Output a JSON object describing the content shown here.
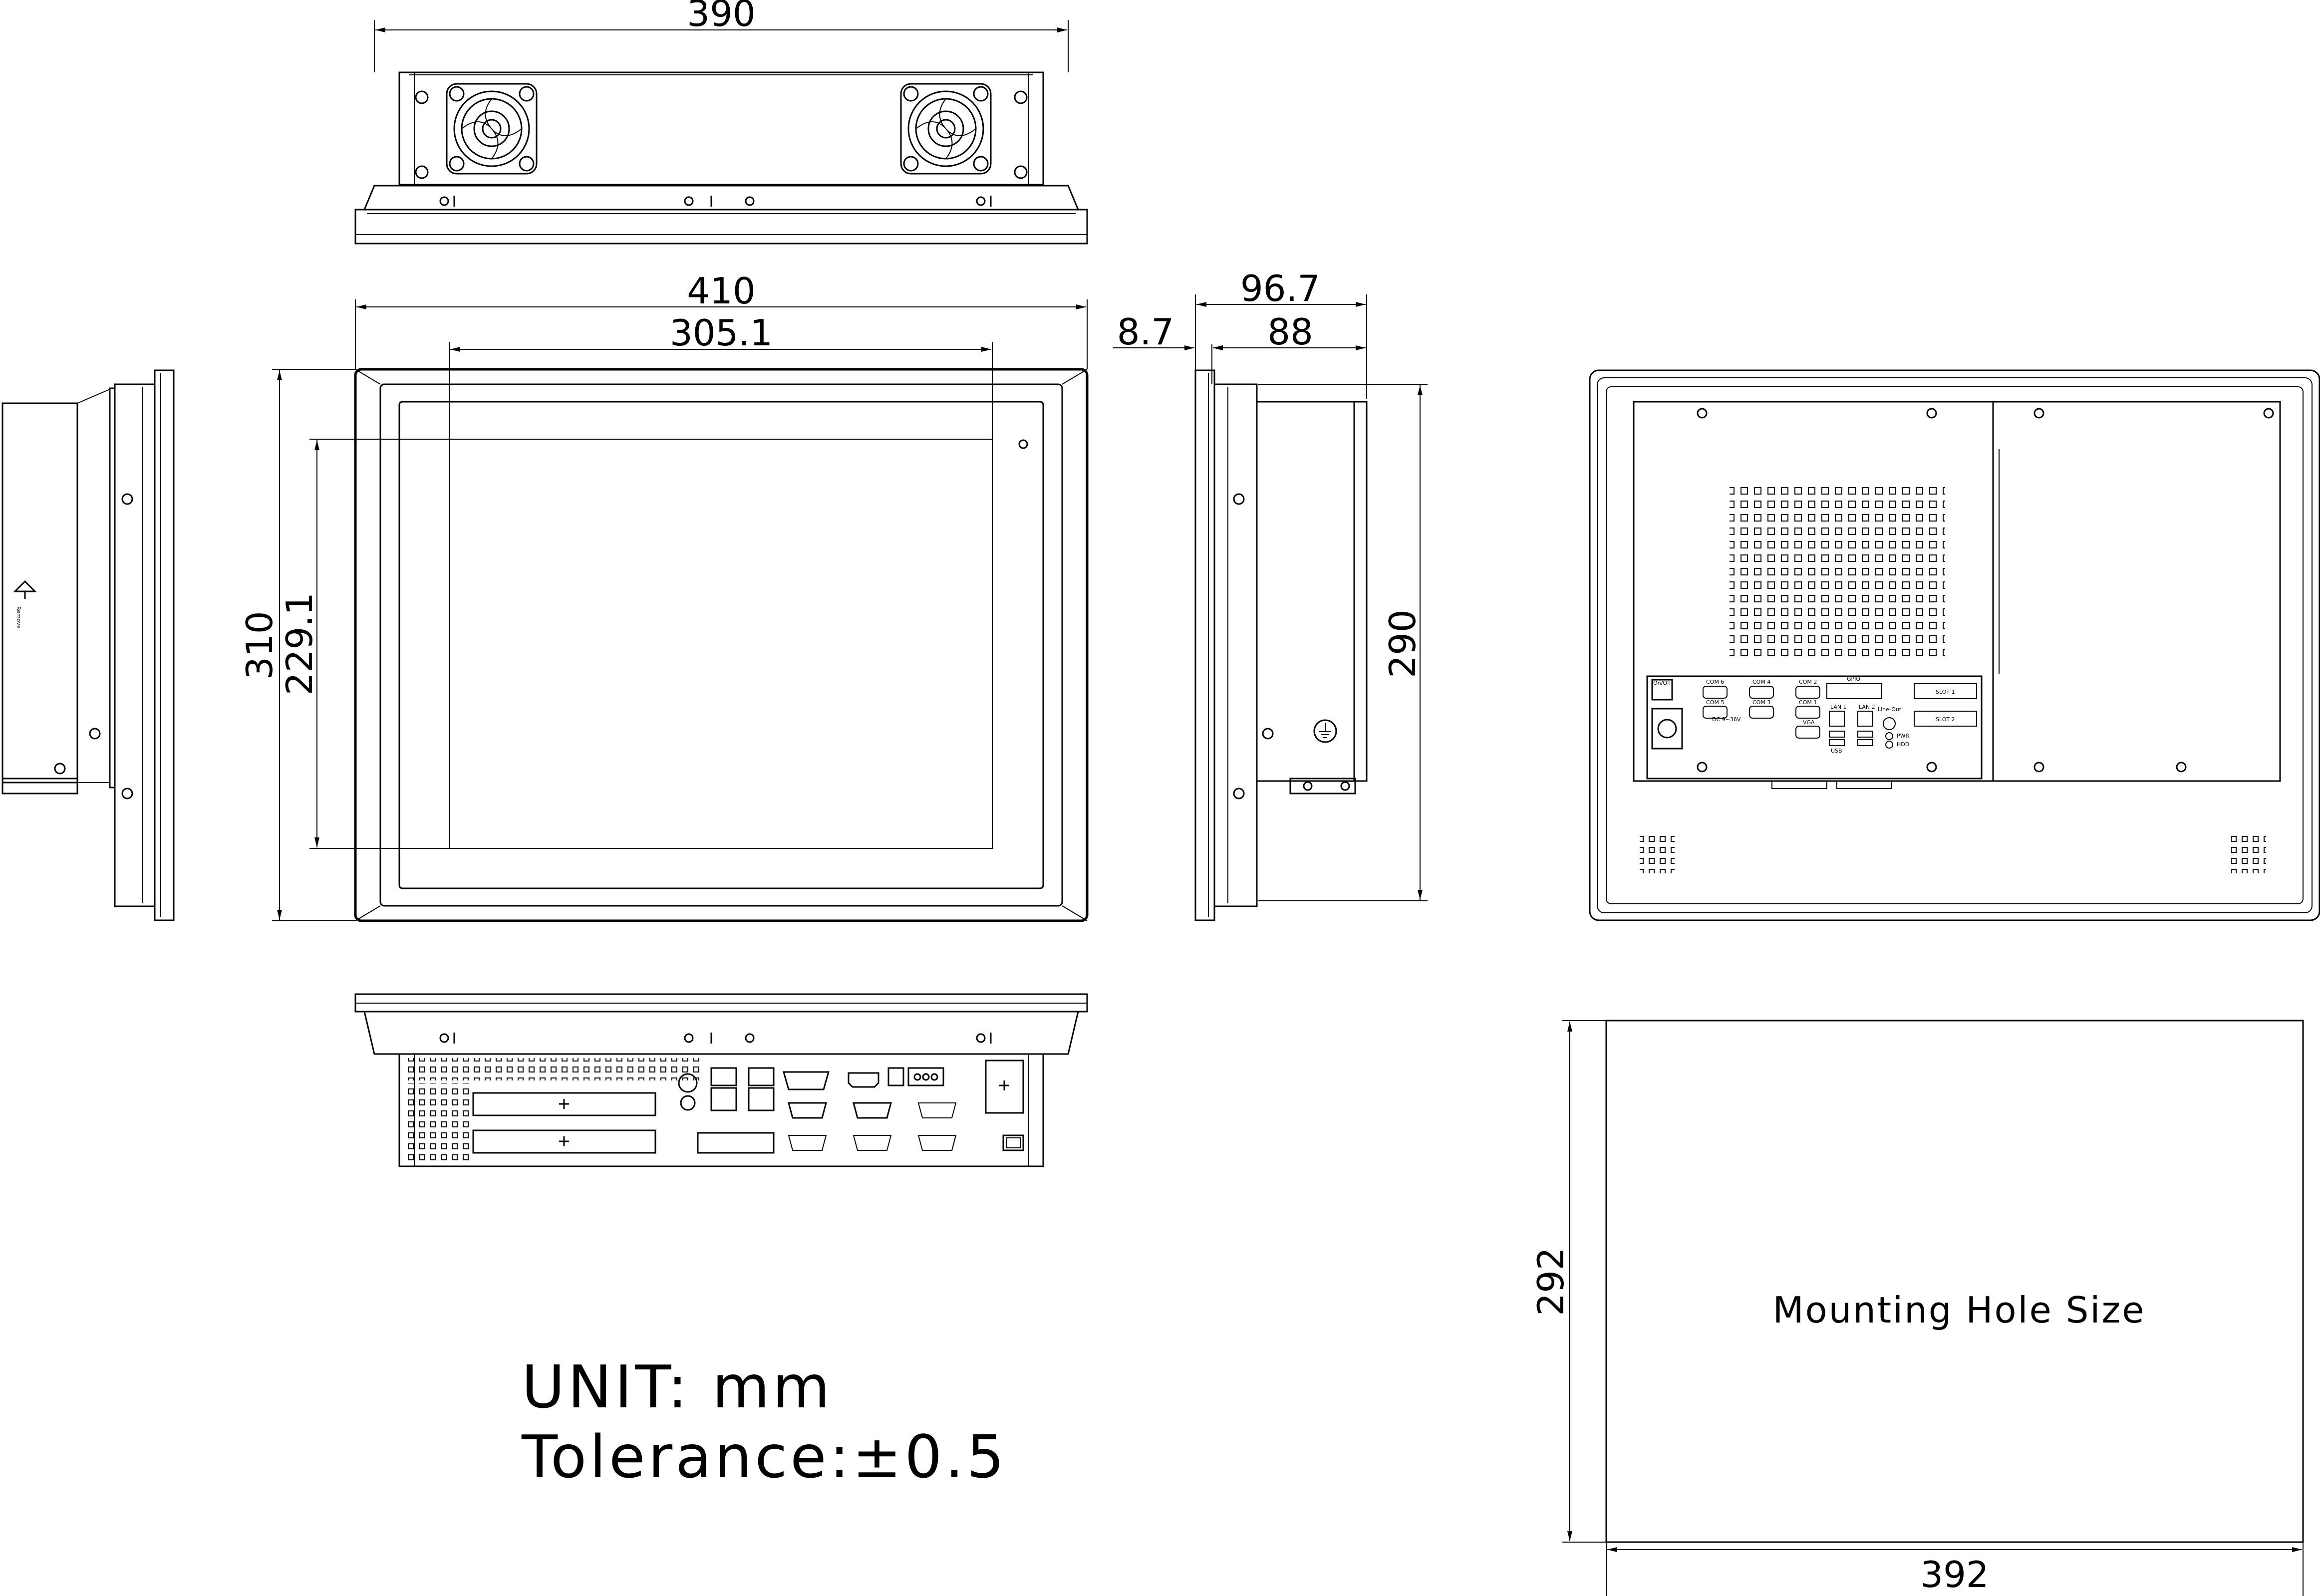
{
  "dimensions": {
    "top_width": "390",
    "front_width": "410",
    "screen_width": "305.1",
    "front_height": "310",
    "screen_height": "229.1",
    "side_depth_total": "96.7",
    "side_bezel": "8.7",
    "side_depth_body": "88",
    "side_height": "290",
    "cutout_height": "292",
    "cutout_width": "392"
  },
  "cutout_label": "Mounting Hole Size",
  "notes": {
    "unit": "UNIT: mm",
    "tolerance": "Tolerance:±0.5"
  },
  "rear_panel_labels": {
    "onoff": "On/Off",
    "com": [
      "COM 6",
      "COM 4",
      "COM 2",
      "COM 5",
      "COM 3",
      "COM 1"
    ],
    "gpio": "GPIO",
    "slot1": "SLOT 1",
    "slot2": "SLOT 2",
    "vga": "VGA",
    "lan1": "LAN 1",
    "lan2": "LAN 2",
    "usb": "USB",
    "lineout": "Line-Out",
    "pwr": "PWR",
    "hdd": "HDD",
    "dcin": "DC 9~36V",
    "remove": "Remove"
  }
}
